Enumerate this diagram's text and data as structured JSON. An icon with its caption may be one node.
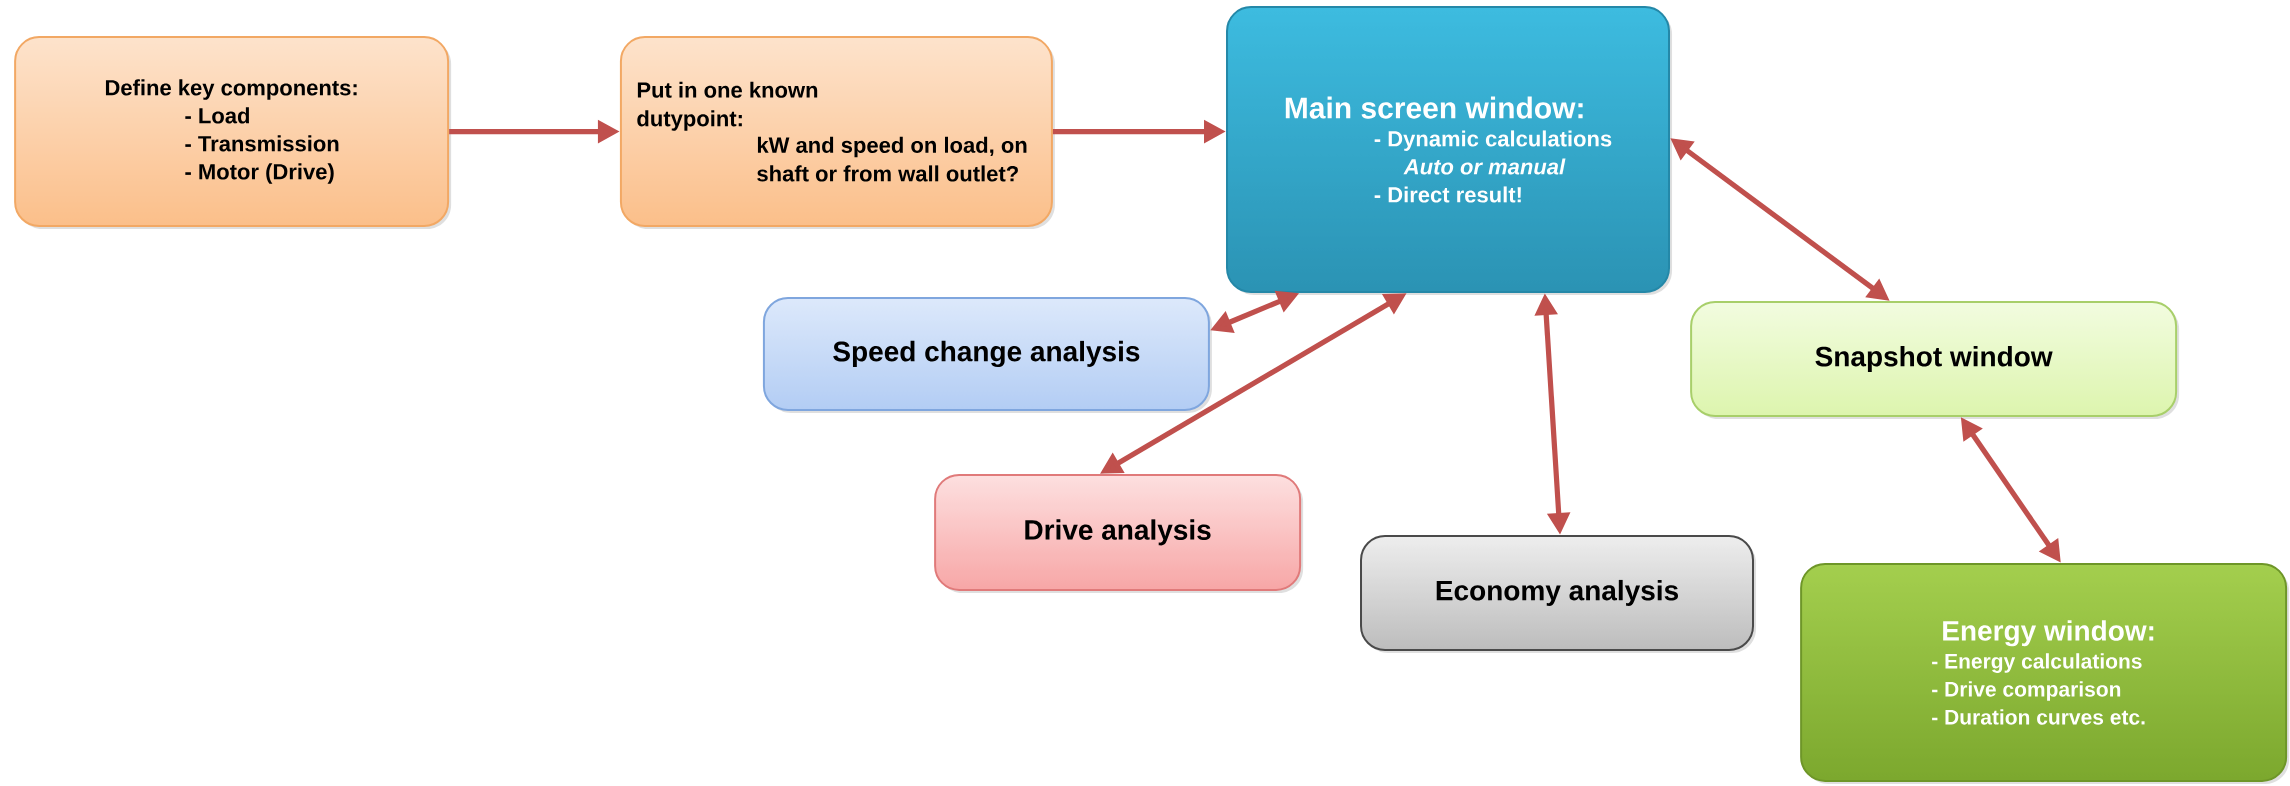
{
  "diagram": {
    "nodes": [
      {
        "text": [
          "Define key components:",
          "- Load",
          "- Transmission",
          "- Motor (Drive)"
        ]
      },
      {
        "text": [
          "Put  in one known dutypoint:",
          "kW and speed on load, on shaft or from wall outlet?"
        ]
      },
      {
        "text": [
          "Main screen window:",
          "- Dynamic calculations",
          "Auto or manual",
          "- Direct result!"
        ]
      },
      {
        "text": [
          "Speed change analysis"
        ]
      },
      {
        "text": [
          "Drive analysis"
        ]
      },
      {
        "text": [
          "Economy analysis"
        ]
      },
      {
        "text": [
          "Snapshot  window"
        ]
      },
      {
        "text": [
          "Energy window:",
          "- Energy calculations",
          "- Drive comparison",
          "- Duration curves etc."
        ]
      }
    ],
    "edges": [
      {
        "from": 0,
        "to": 1,
        "arrow": "to"
      },
      {
        "from": 1,
        "to": 2,
        "arrow": "to"
      },
      {
        "from": 2,
        "to": 3,
        "arrow": "both"
      },
      {
        "from": 2,
        "to": 4,
        "arrow": "both"
      },
      {
        "from": 2,
        "to": 5,
        "arrow": "both"
      },
      {
        "from": 2,
        "to": 6,
        "arrow": "both"
      },
      {
        "from": 6,
        "to": 7,
        "arrow": "both"
      }
    ]
  }
}
